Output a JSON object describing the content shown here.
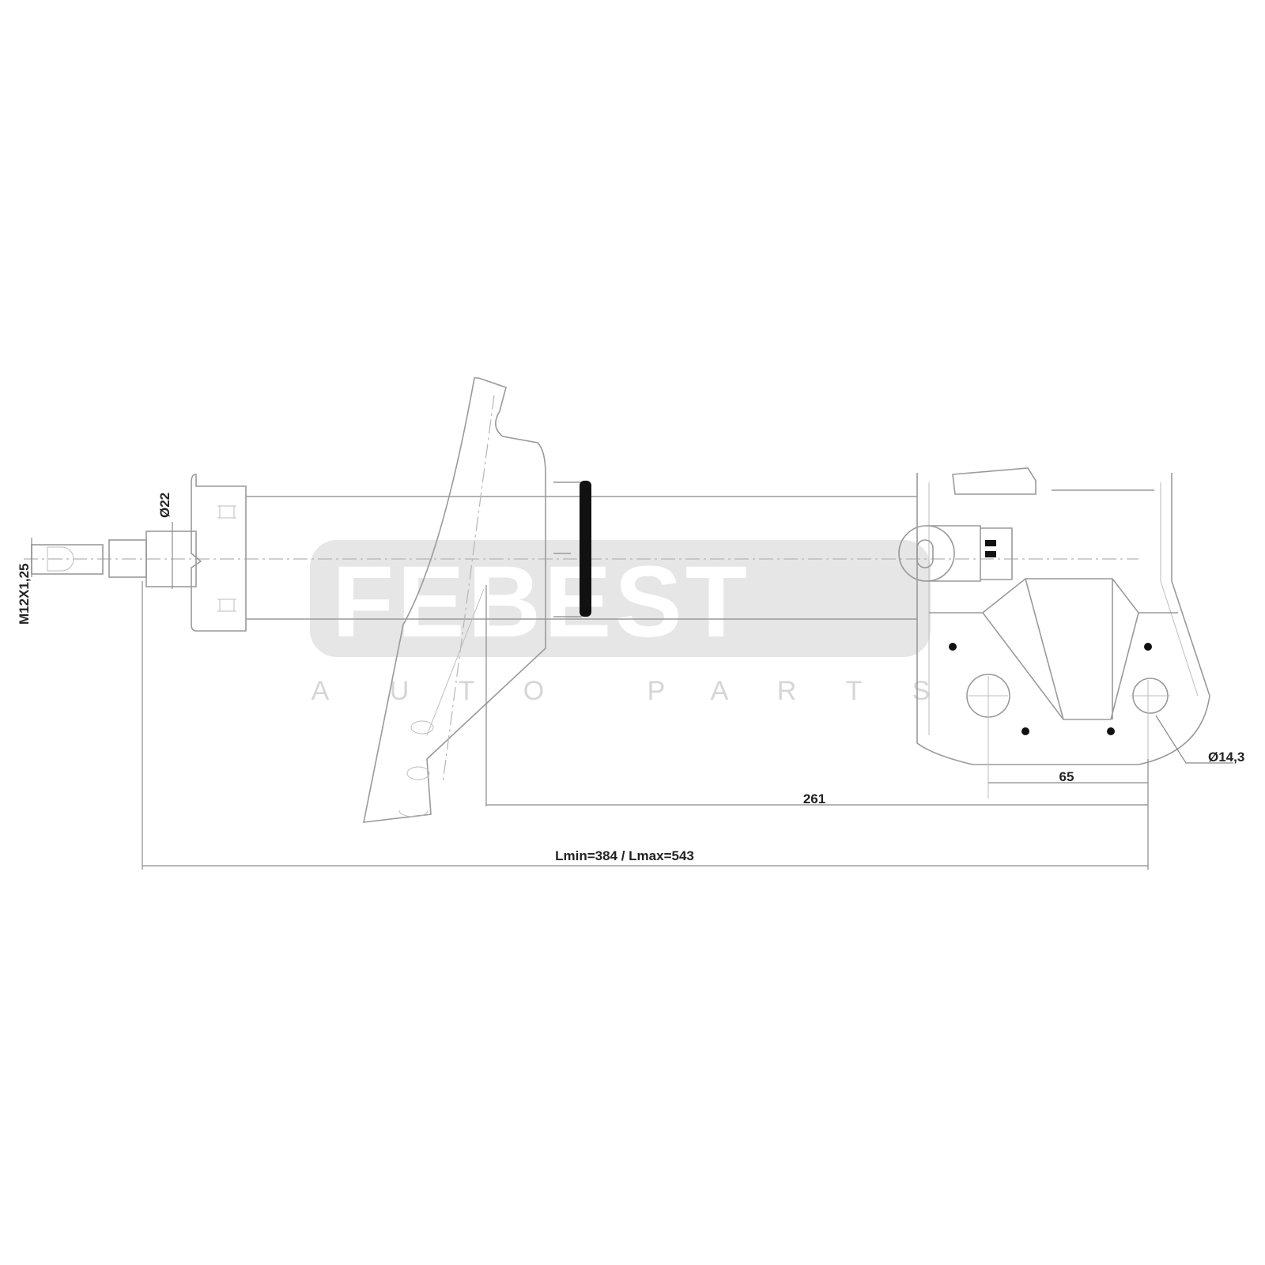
{
  "drawing": {
    "thread_label": "M12X1,25",
    "rod_diameter_label": "Ø22",
    "hole_diameter_label": "Ø14,3",
    "hole_spacing_label": "65",
    "mount_distance_label": "261",
    "length_label": "Lmin=384 / Lmax=543"
  },
  "watermark": {
    "brand": "FEBEST",
    "tagline": [
      "A",
      "U",
      "T",
      "O",
      "P",
      "A",
      "R",
      "T",
      "S"
    ]
  },
  "colors": {
    "line": "#9a9a9a",
    "text": "#222222",
    "seal": "#111111",
    "watermark_bg": "#e6e6e6"
  }
}
